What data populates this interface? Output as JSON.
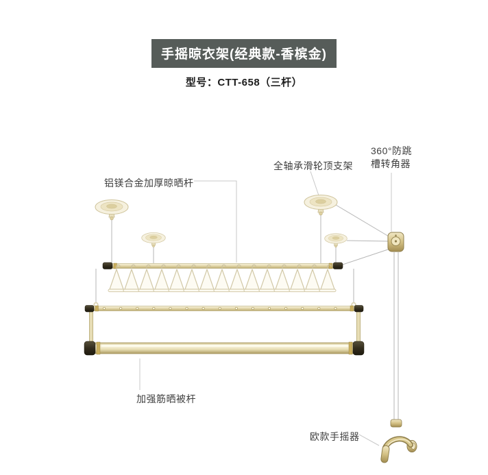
{
  "header": {
    "title": "手摇晾衣架(经典款-香槟金)",
    "model": "型号：CTT-658（三杆）"
  },
  "callouts": {
    "top_rod": "铝镁合金加厚晾晒杆",
    "pulley_bracket": "全轴承滑轮顶支架",
    "corner_device": [
      "360°防跳",
      "槽转角器"
    ],
    "quilt_rod": "加强筋晒被杆",
    "hand_crank": "欧款手摇器"
  },
  "colors": {
    "banner_background": "#565c59",
    "banner_text": "#ffffff",
    "champagne_gold": "#d9cc96",
    "end_cap_dark": "#332d1d",
    "cable_gray": "#b5b5b5",
    "label_text": "#3f3f3f"
  }
}
